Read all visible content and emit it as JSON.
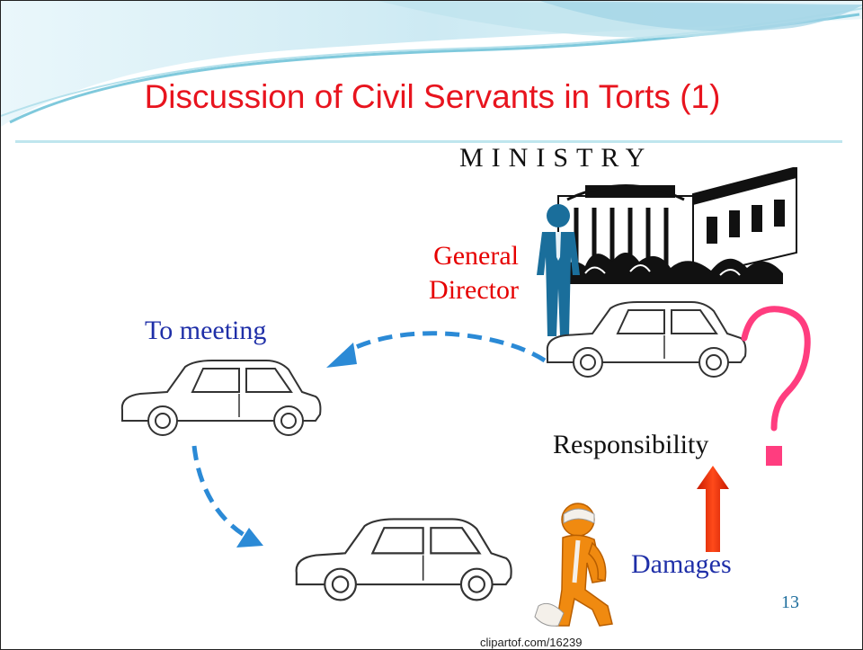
{
  "slide": {
    "title": "Discussion of Civil Servants in Torts (1)",
    "page_number": "13"
  },
  "building": {
    "sign": "MINISTRY"
  },
  "labels": {
    "general_director_line1": "General",
    "general_director_line2": "Director",
    "to_meeting": "To meeting",
    "responsibility": "Responsibility",
    "damages": "Damages"
  },
  "credit": "clipartof.com/16239",
  "colors": {
    "title": "#e8141e",
    "label_red": "#e60000",
    "label_blue": "#1f2fa8",
    "arrow_dashed": "#2b8ad6",
    "arrow_up": "#e02010",
    "question_mark": "#ff3d7f",
    "person": "#1a6e9b",
    "injured_person": "#f08a10"
  }
}
